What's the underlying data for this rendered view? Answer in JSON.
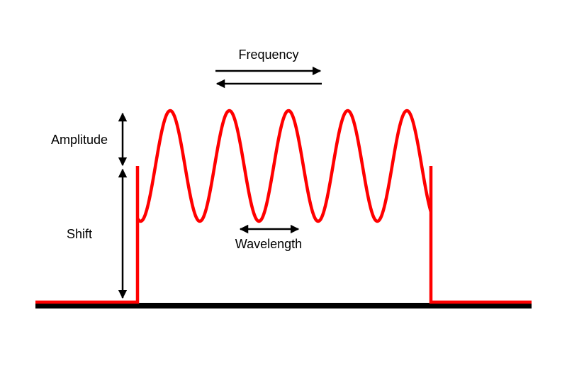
{
  "labels": {
    "frequency": "Frequency",
    "amplitude": "Amplitude",
    "shift": "Shift",
    "wavelength": "Wavelength"
  },
  "colors": {
    "wave": "#ff0000",
    "baseline": "#000000",
    "arrow": "#000000",
    "background": "#ffffff"
  }
}
